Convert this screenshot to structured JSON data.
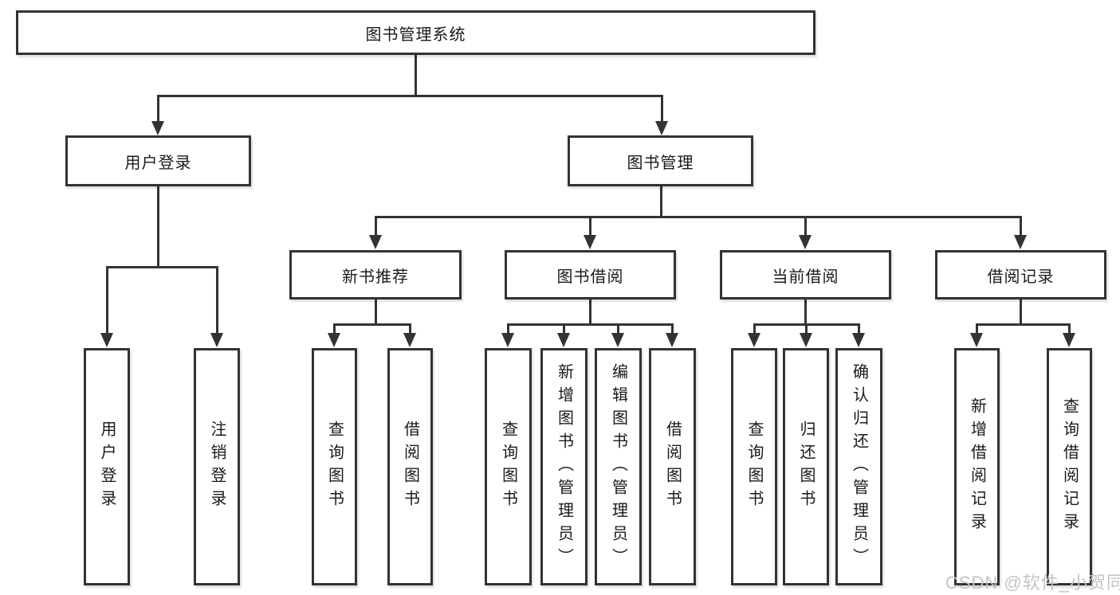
{
  "diagram": {
    "type": "hierarchy",
    "tree": {
      "root": {
        "label": "图书管理系统",
        "children": [
          {
            "label": "用户登录",
            "children": [
              {
                "label": "用户登录"
              },
              {
                "label": "注销登录"
              }
            ]
          },
          {
            "label": "图书管理",
            "children": [
              {
                "label": "新书推荐",
                "children": [
                  {
                    "label": "查询图书"
                  },
                  {
                    "label": "借阅图书"
                  }
                ]
              },
              {
                "label": "图书借阅",
                "children": [
                  {
                    "label": "查询图书"
                  },
                  {
                    "label": "新增图书（管理员）"
                  },
                  {
                    "label": "编辑图书（管理员）"
                  },
                  {
                    "label": "借阅图书"
                  }
                ]
              },
              {
                "label": "当前借阅",
                "children": [
                  {
                    "label": "查询图书"
                  },
                  {
                    "label": "归还图书"
                  },
                  {
                    "label": "确认归还（管理员）"
                  }
                ]
              },
              {
                "label": "借阅记录",
                "children": [
                  {
                    "label": "新增借阅记录"
                  },
                  {
                    "label": "查询借阅记录"
                  }
                ]
              }
            ]
          }
        ]
      }
    },
    "watermark": "CSDN @软件_小贺同学",
    "colors": {
      "line": "#333333",
      "box_border": "#333333",
      "box_fill": "#ffffff",
      "text": "#1a1a1a",
      "watermark": "#c4c4c4",
      "background": "#ffffff"
    }
  }
}
